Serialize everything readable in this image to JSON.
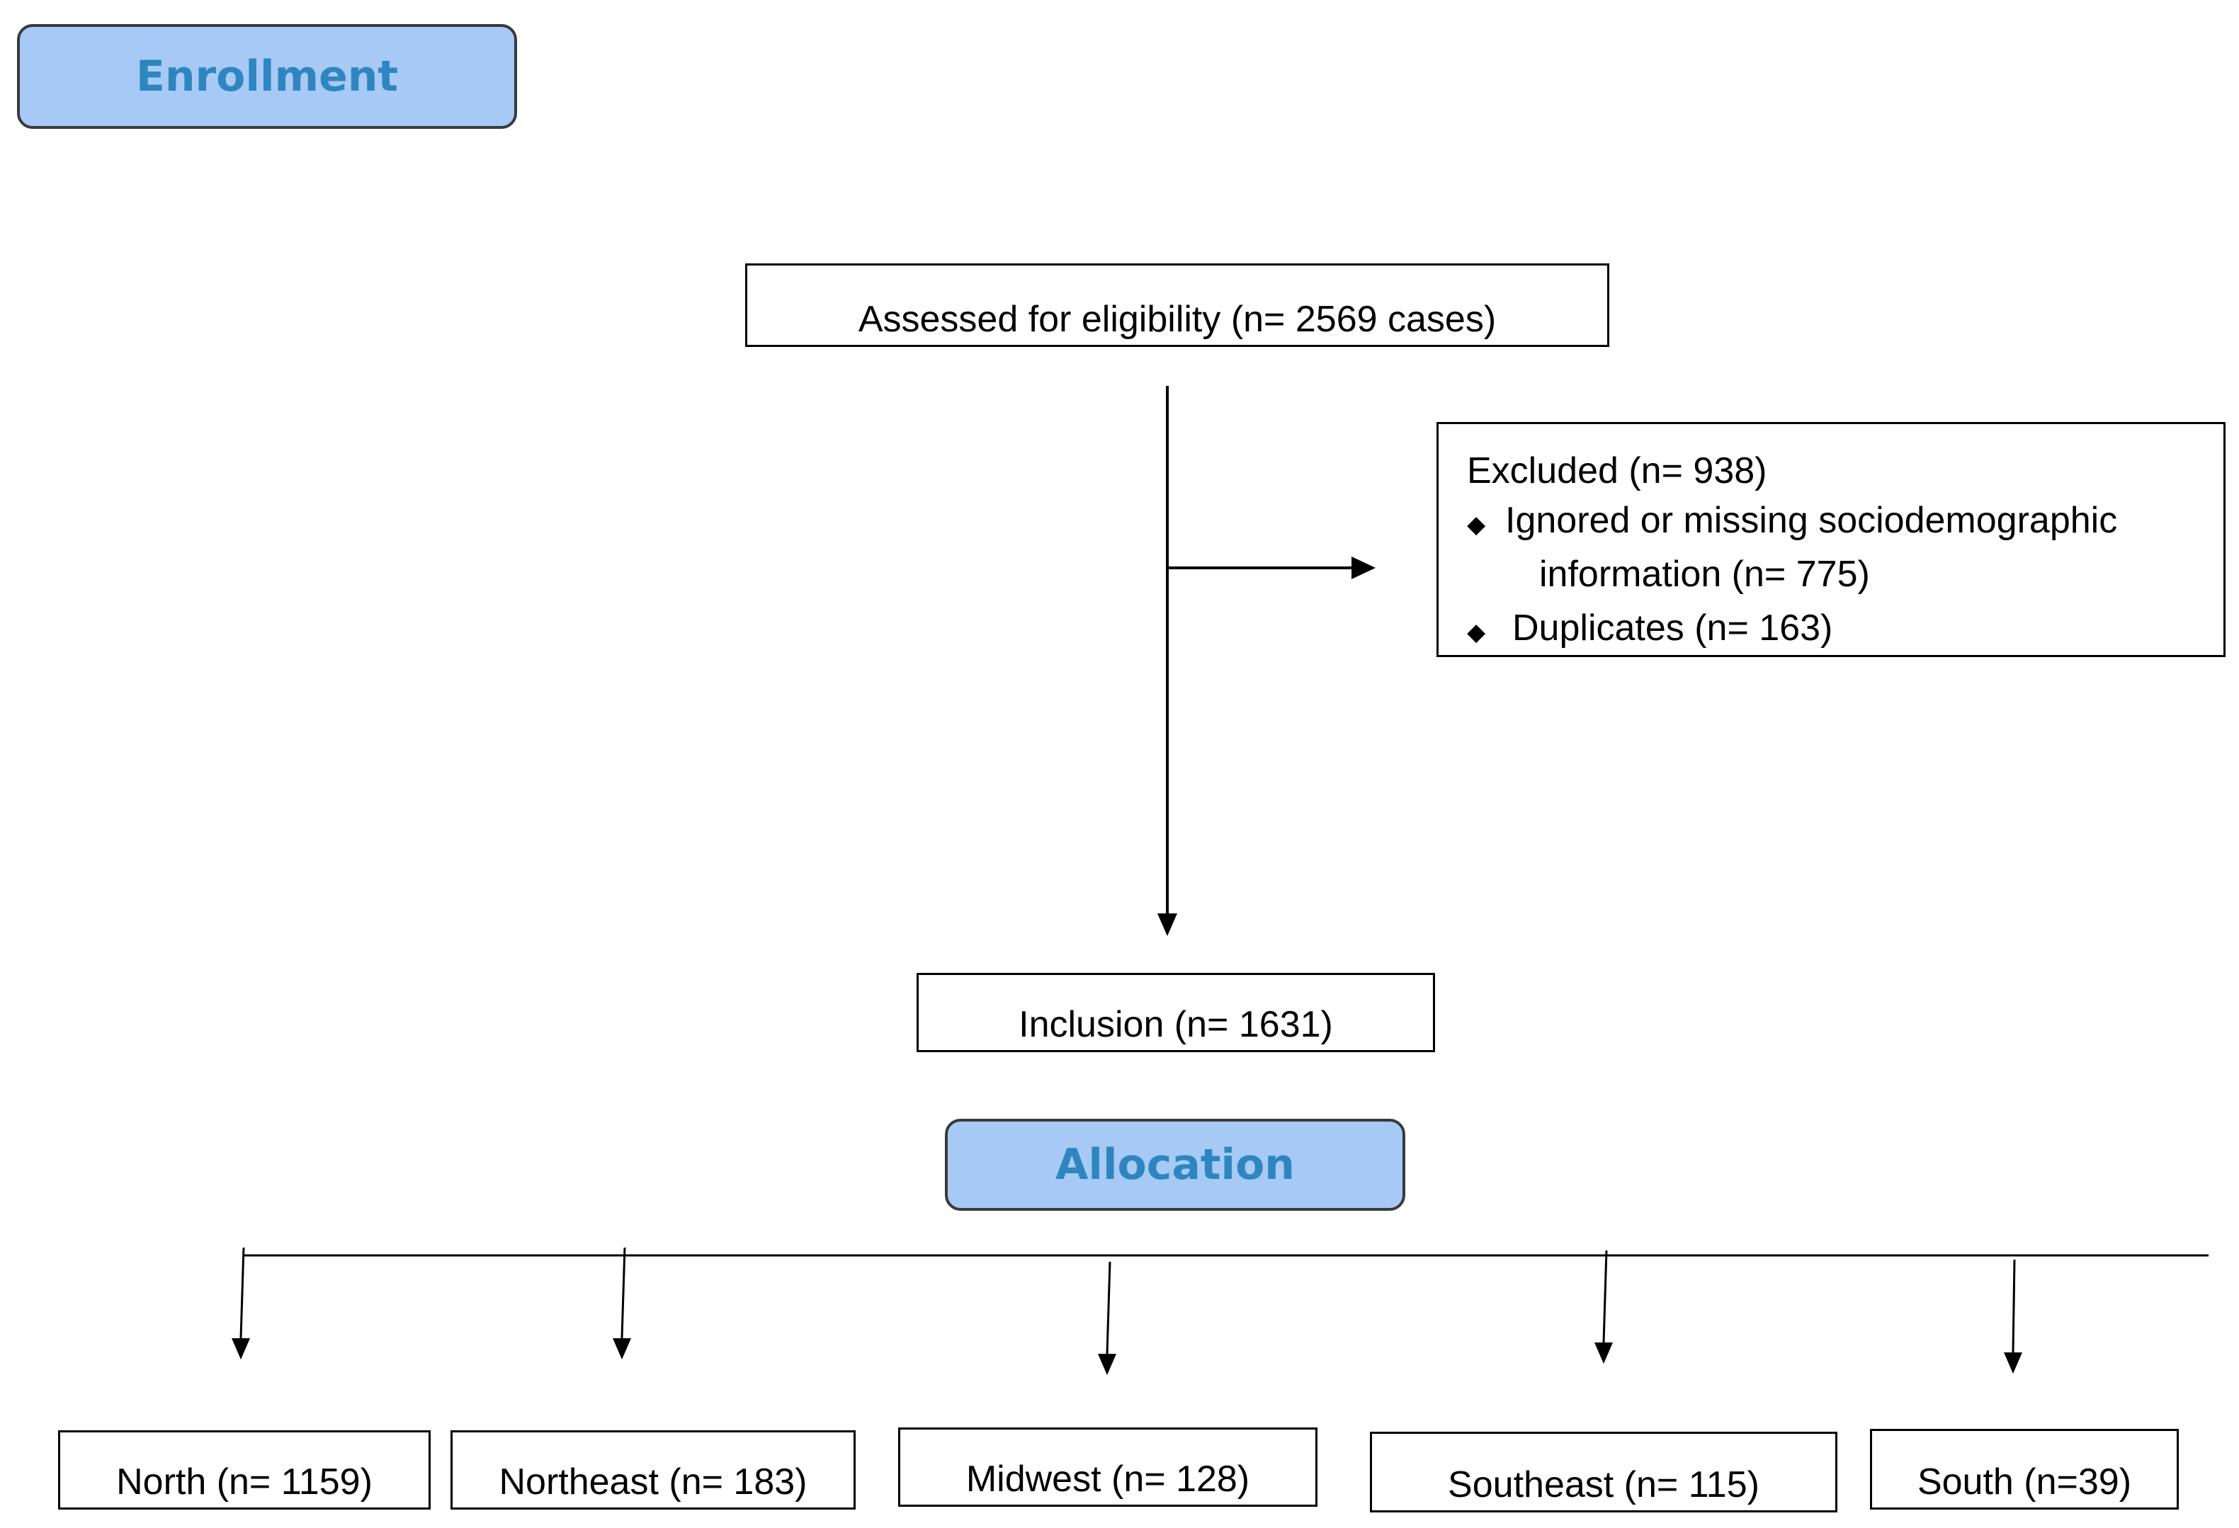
{
  "phases": {
    "enrollment": "Enrollment",
    "allocation": "Allocation"
  },
  "assessed": "Assessed for eligibility (n= 2569 cases)",
  "excluded": {
    "title": "Excluded (n=   938)",
    "items": [
      {
        "line1": "Ignored or missing sociodemographic",
        "line2": "information (n= 775)"
      },
      {
        "line1": "Duplicates (n= 163)"
      }
    ]
  },
  "inclusion": "Inclusion (n= 1631)",
  "regions": [
    "North (n= 1159)",
    "Northeast (n= 183)",
    "Midwest (n= 128)",
    "Southeast (n= 115)",
    "South (n=39)"
  ],
  "colors": {
    "phase_fill": "#a6c9f6",
    "phase_text": "#2f86bf",
    "line": "#000000"
  },
  "icons": {
    "bullet": "diamond-bullet-icon"
  }
}
